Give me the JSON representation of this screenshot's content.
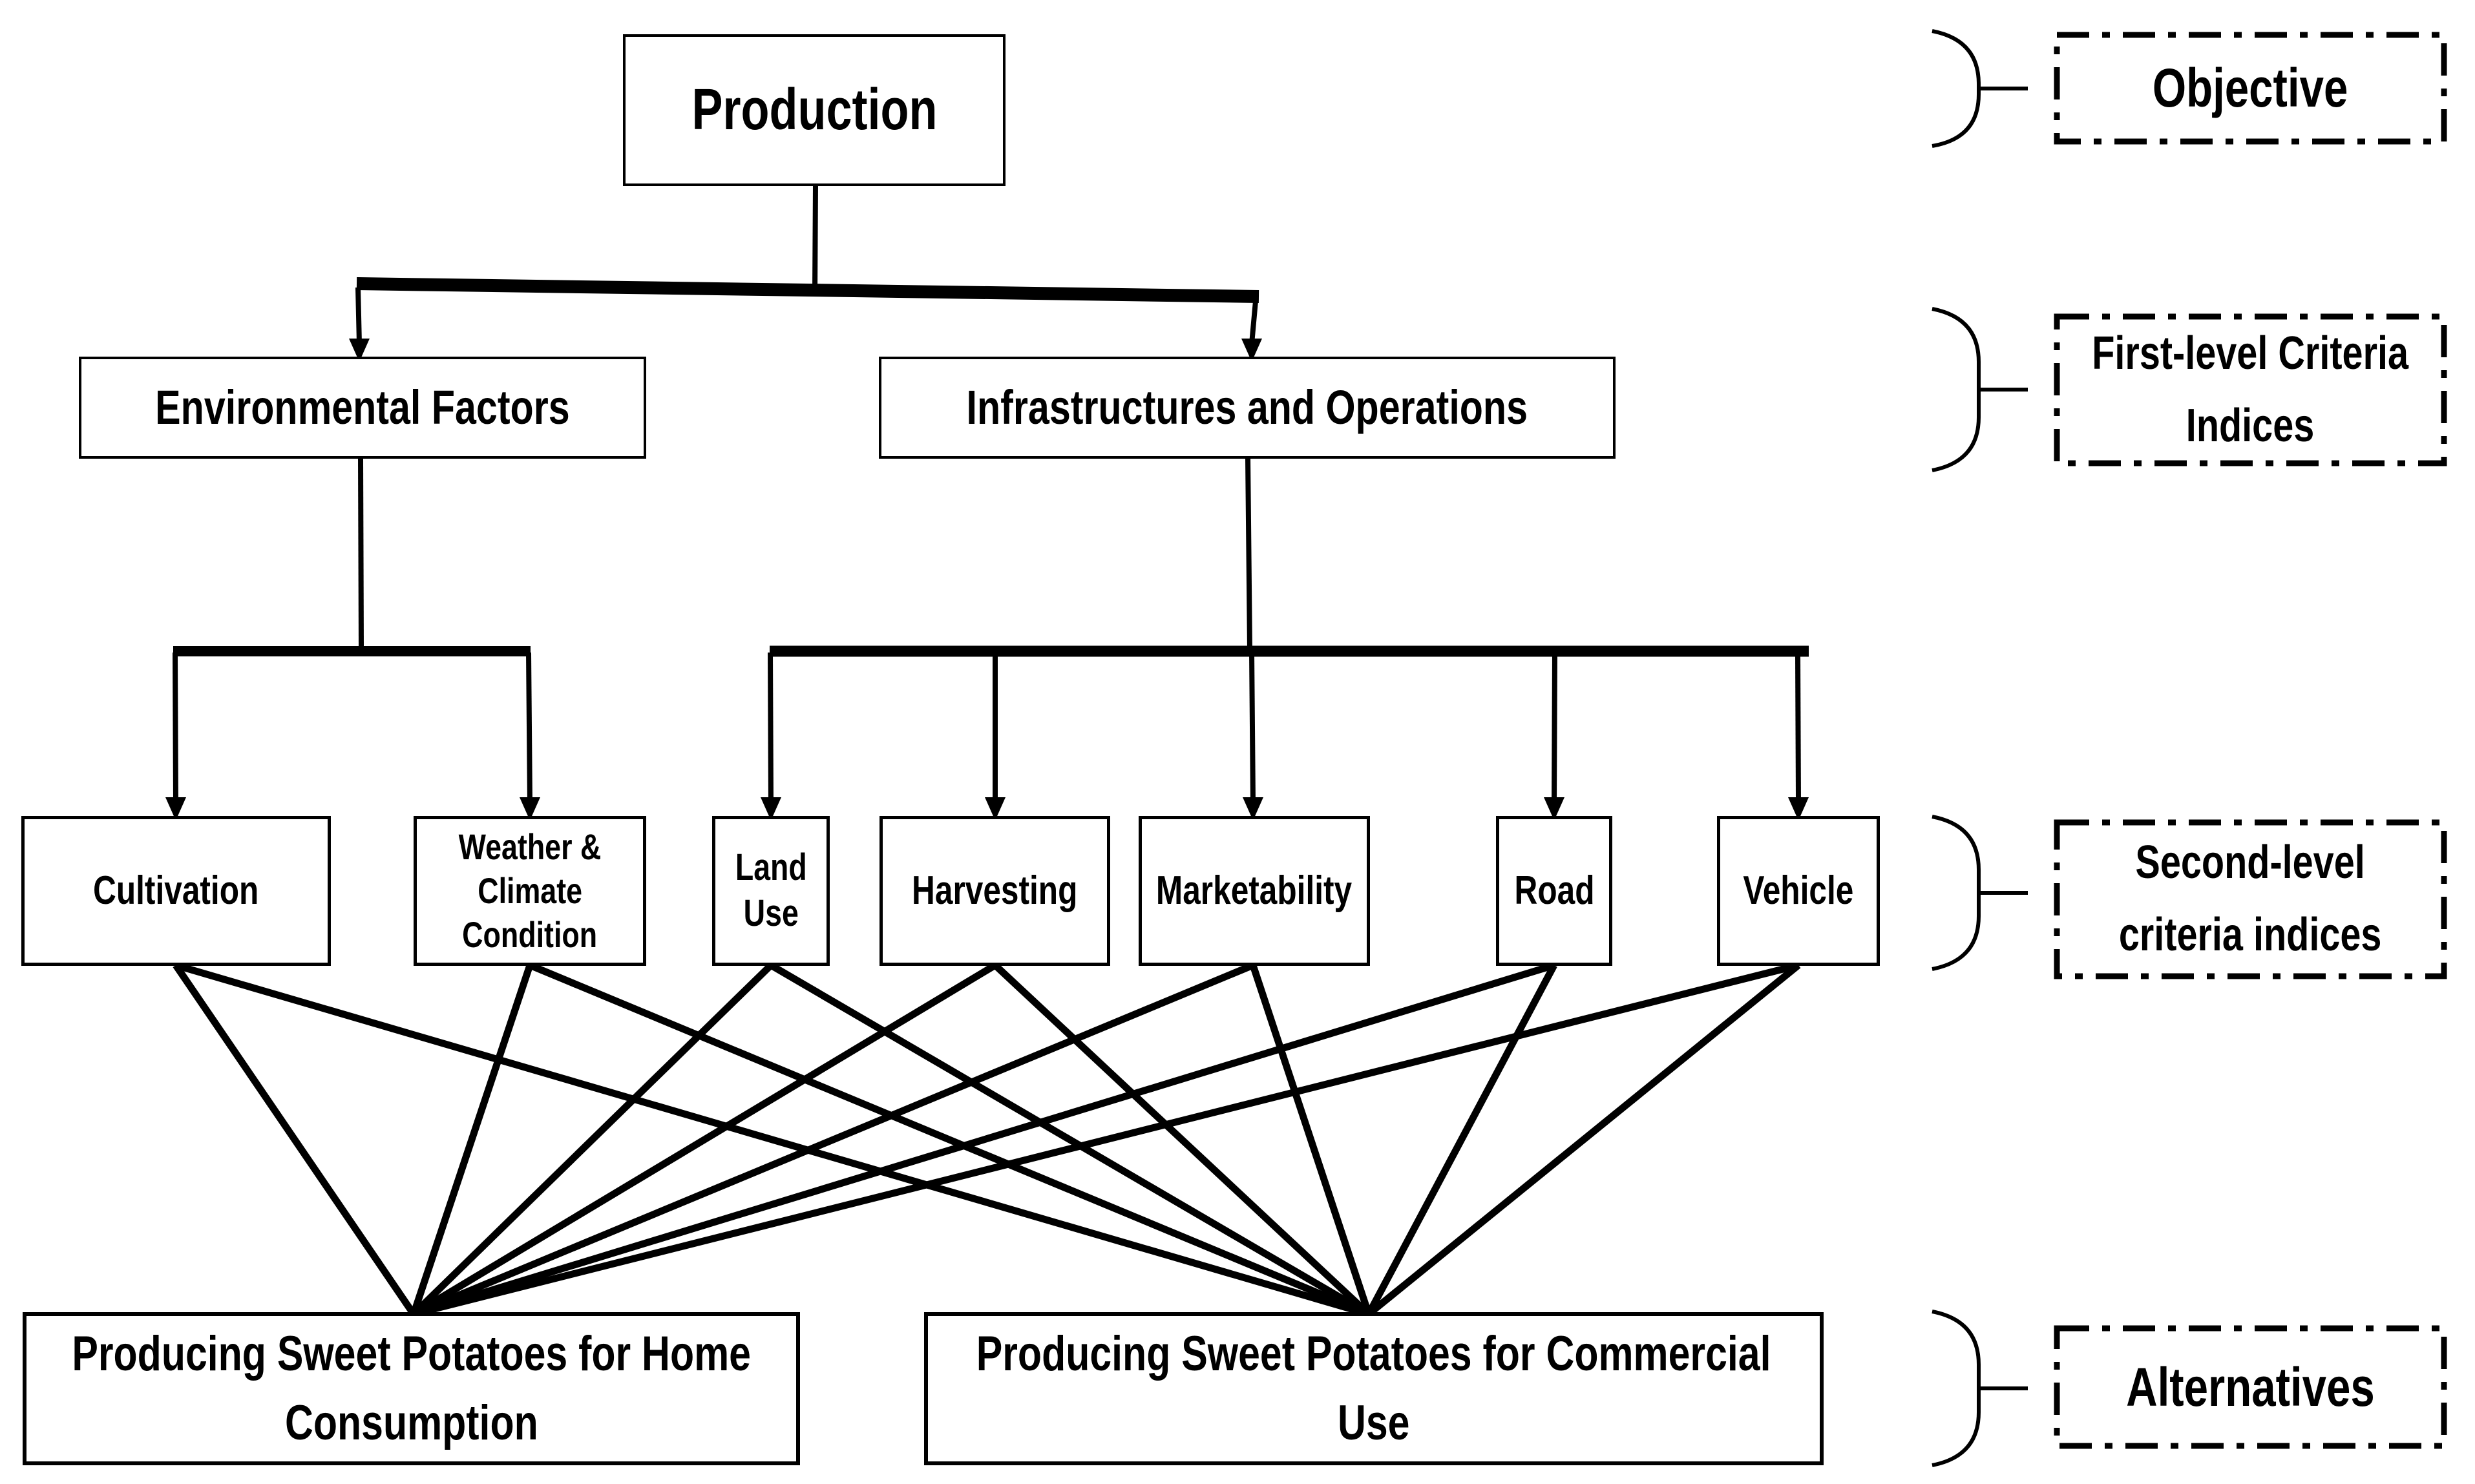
{
  "diagram_title": "AHP production hierarchy",
  "nodes": {
    "objective": {
      "label": "Production"
    },
    "first_level": [
      {
        "label": "Environmental Factors"
      },
      {
        "label": "Infrastructures and Operations"
      }
    ],
    "second_level": [
      {
        "label": "Cultivation"
      },
      {
        "lines": [
          "Weather &",
          "Climate",
          "Condition"
        ]
      },
      {
        "lines": [
          "Land",
          "Use"
        ]
      },
      {
        "label": "Harvesting"
      },
      {
        "label": "Marketability"
      },
      {
        "label": "Road"
      },
      {
        "label": "Vehicle"
      }
    ],
    "alternatives": [
      {
        "lines": [
          "Producing Sweet Potatoes for Home",
          "Consumption"
        ]
      },
      {
        "lines": [
          "Producing Sweet Potatoes for Commercial",
          "Use"
        ]
      }
    ]
  },
  "legend": {
    "items": [
      {
        "label": "Objective"
      },
      {
        "lines": [
          "First-level Criteria",
          "Indices"
        ]
      },
      {
        "lines": [
          "Second-level",
          "criteria indices"
        ]
      },
      {
        "label": "Alternatives"
      }
    ]
  },
  "colors": {
    "ink": "#000000",
    "background": "#ffffff"
  }
}
